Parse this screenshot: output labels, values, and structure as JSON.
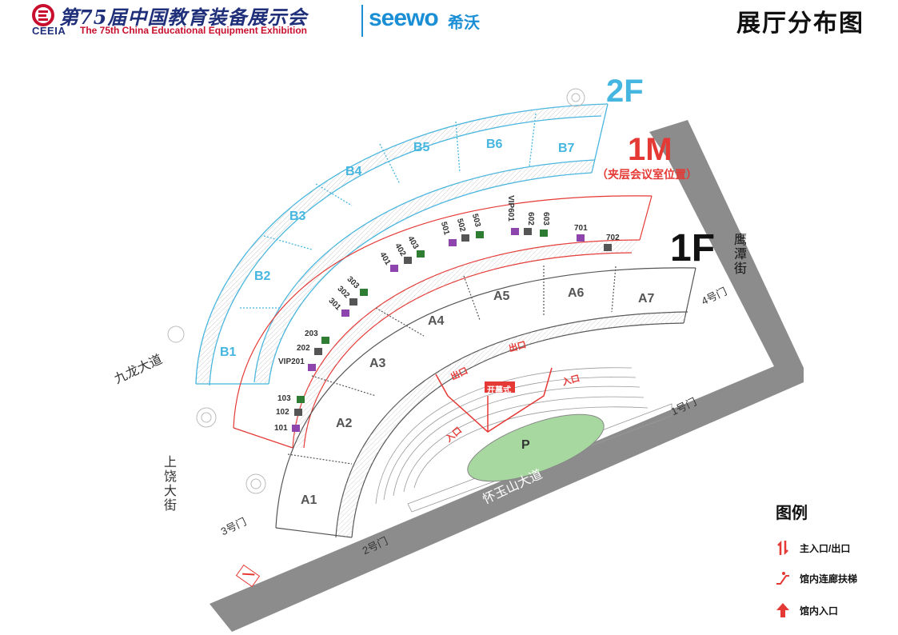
{
  "header": {
    "logo_cn": "第75届中国教育装备展示会",
    "logo_ceeia": "CEEIA",
    "logo_en": "The 75th China Educational Equipment Exhibition",
    "brand": "seewo",
    "brand_cn": "希沃",
    "page_title": "展厅分布图"
  },
  "floors": {
    "f2": "2F",
    "f1m": "1M",
    "f1m_note": "（夹层会议室位置）",
    "f1": "1F"
  },
  "zones_b": [
    "B1",
    "B2",
    "B3",
    "B4",
    "B5",
    "B6",
    "B7"
  ],
  "zones_a": [
    "A1",
    "A2",
    "A3",
    "A4",
    "A5",
    "A6",
    "A7"
  ],
  "rooms": [
    "101",
    "102",
    "103",
    "VIP201",
    "202",
    "203",
    "301",
    "302",
    "303",
    "401",
    "402",
    "403",
    "501",
    "502",
    "503",
    "VIP601",
    "602",
    "603",
    "701",
    "702"
  ],
  "streets": {
    "jiulong": "九龙大道",
    "shangrao": "上饶大街",
    "huaiyushan": "怀玉山大道",
    "yingtan": "鹰潭街"
  },
  "gates": {
    "g1": "1号门",
    "g2": "2号门",
    "g3": "3号门",
    "g4": "4号门"
  },
  "markers": {
    "exit1": "出口",
    "exit2": "出口",
    "entry1": "入口",
    "entry2": "入口",
    "opening": "开幕式",
    "parking": "P"
  },
  "legend": {
    "title": "图例",
    "items": [
      {
        "label": "主入口/出口",
        "icon": "main-entrance-exit-icon"
      },
      {
        "label": "馆内连廊扶梯",
        "icon": "escalator-icon"
      },
      {
        "label": "馆内入口",
        "icon": "hall-entrance-icon"
      }
    ]
  },
  "colors": {
    "floor2": "#45b6e0",
    "floor1m": "#e53935",
    "floor1": "#111111",
    "road": "#8c8c8c",
    "vip": "#8e44ad",
    "room_dark": "#555555",
    "room_green": "#2e7d32",
    "field": "#a7d8a0"
  }
}
